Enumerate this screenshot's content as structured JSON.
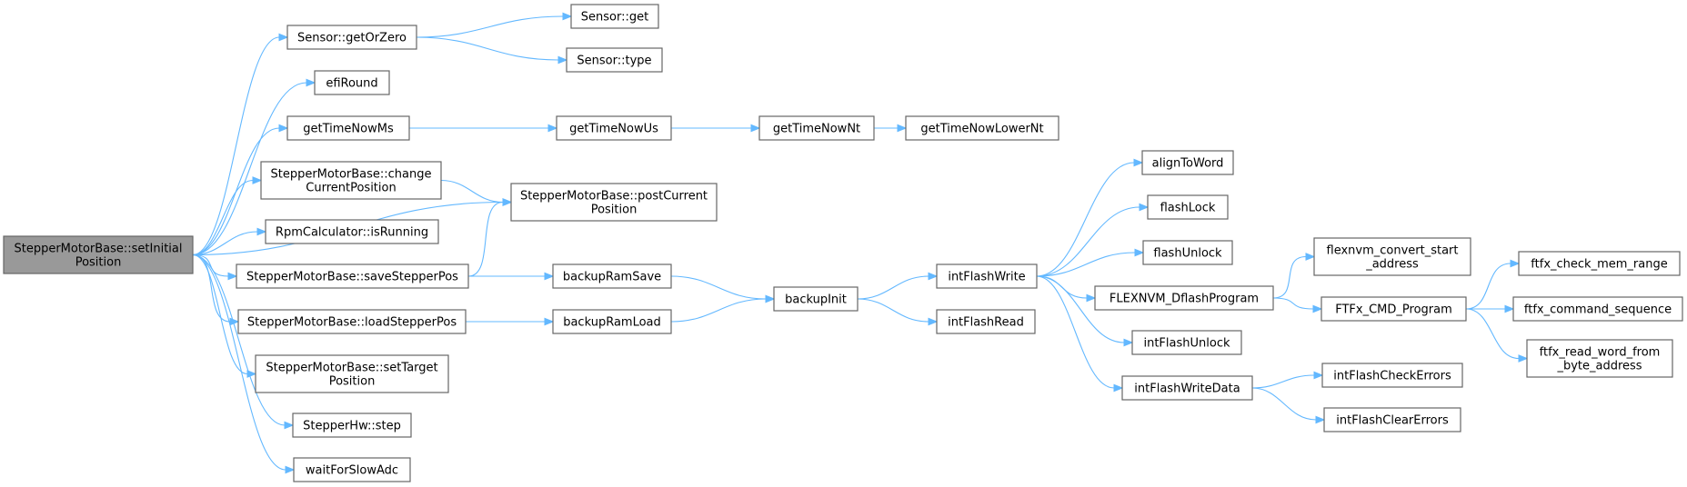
{
  "graph": {
    "root": "stepper_set_initial",
    "nodes": [
      {
        "id": "stepper_set_initial",
        "lines": [
          "StepperMotorBase::setInitial",
          "Position"
        ]
      },
      {
        "id": "sensor_get_or_zero",
        "lines": [
          "Sensor::getOrZero"
        ]
      },
      {
        "id": "sensor_get",
        "lines": [
          "Sensor::get"
        ]
      },
      {
        "id": "sensor_type",
        "lines": [
          "Sensor::type"
        ]
      },
      {
        "id": "efi_round",
        "lines": [
          "efiRound"
        ]
      },
      {
        "id": "get_time_now_ms",
        "lines": [
          "getTimeNowMs"
        ]
      },
      {
        "id": "get_time_now_us",
        "lines": [
          "getTimeNowUs"
        ]
      },
      {
        "id": "get_time_now_nt",
        "lines": [
          "getTimeNowNt"
        ]
      },
      {
        "id": "get_time_now_lower_nt",
        "lines": [
          "getTimeNowLowerNt"
        ]
      },
      {
        "id": "stepper_change_current",
        "lines": [
          "StepperMotorBase::change",
          "CurrentPosition"
        ]
      },
      {
        "id": "stepper_post_current",
        "lines": [
          "StepperMotorBase::postCurrent",
          "Position"
        ]
      },
      {
        "id": "rpm_is_running",
        "lines": [
          "RpmCalculator::isRunning"
        ]
      },
      {
        "id": "stepper_save_pos",
        "lines": [
          "StepperMotorBase::saveStepperPos"
        ]
      },
      {
        "id": "stepper_load_pos",
        "lines": [
          "StepperMotorBase::loadStepperPos"
        ]
      },
      {
        "id": "stepper_set_target",
        "lines": [
          "StepperMotorBase::setTarget",
          "Position"
        ]
      },
      {
        "id": "stepper_hw_step",
        "lines": [
          "StepperHw::step"
        ]
      },
      {
        "id": "wait_for_slow_adc",
        "lines": [
          "waitForSlowAdc"
        ]
      },
      {
        "id": "backup_ram_save",
        "lines": [
          "backupRamSave"
        ]
      },
      {
        "id": "backup_ram_load",
        "lines": [
          "backupRamLoad"
        ]
      },
      {
        "id": "backup_init",
        "lines": [
          "backupInit"
        ]
      },
      {
        "id": "int_flash_write",
        "lines": [
          "intFlashWrite"
        ]
      },
      {
        "id": "int_flash_read",
        "lines": [
          "intFlashRead"
        ]
      },
      {
        "id": "align_to_word",
        "lines": [
          "alignToWord"
        ]
      },
      {
        "id": "flash_lock",
        "lines": [
          "flashLock"
        ]
      },
      {
        "id": "flash_unlock",
        "lines": [
          "flashUnlock"
        ]
      },
      {
        "id": "flexnvm_dflash_program",
        "lines": [
          "FLEXNVM_DflashProgram"
        ]
      },
      {
        "id": "int_flash_unlock",
        "lines": [
          "intFlashUnlock"
        ]
      },
      {
        "id": "int_flash_write_data",
        "lines": [
          "intFlashWriteData"
        ]
      },
      {
        "id": "flexnvm_convert",
        "lines": [
          "flexnvm_convert_start",
          "_address"
        ]
      },
      {
        "id": "ftfx_cmd_program",
        "lines": [
          "FTFx_CMD_Program"
        ]
      },
      {
        "id": "ftfx_check_mem_range",
        "lines": [
          "ftfx_check_mem_range"
        ]
      },
      {
        "id": "ftfx_command_sequence",
        "lines": [
          "ftfx_command_sequence"
        ]
      },
      {
        "id": "ftfx_read_word",
        "lines": [
          "ftfx_read_word_from",
          "_byte_address"
        ]
      },
      {
        "id": "int_flash_check_errors",
        "lines": [
          "intFlashCheckErrors"
        ]
      },
      {
        "id": "int_flash_clear_errors",
        "lines": [
          "intFlashClearErrors"
        ]
      }
    ],
    "edges": [
      [
        "stepper_set_initial",
        "sensor_get_or_zero"
      ],
      [
        "stepper_set_initial",
        "efi_round"
      ],
      [
        "stepper_set_initial",
        "get_time_now_ms"
      ],
      [
        "stepper_set_initial",
        "stepper_change_current"
      ],
      [
        "stepper_set_initial",
        "stepper_post_current"
      ],
      [
        "stepper_set_initial",
        "rpm_is_running"
      ],
      [
        "stepper_set_initial",
        "stepper_save_pos"
      ],
      [
        "stepper_set_initial",
        "stepper_load_pos"
      ],
      [
        "stepper_set_initial",
        "stepper_set_target"
      ],
      [
        "stepper_set_initial",
        "stepper_hw_step"
      ],
      [
        "stepper_set_initial",
        "wait_for_slow_adc"
      ],
      [
        "sensor_get_or_zero",
        "sensor_get"
      ],
      [
        "sensor_get_or_zero",
        "sensor_type"
      ],
      [
        "get_time_now_ms",
        "get_time_now_us"
      ],
      [
        "get_time_now_us",
        "get_time_now_nt"
      ],
      [
        "get_time_now_nt",
        "get_time_now_lower_nt"
      ],
      [
        "stepper_change_current",
        "stepper_post_current"
      ],
      [
        "stepper_save_pos",
        "stepper_post_current"
      ],
      [
        "stepper_save_pos",
        "backup_ram_save"
      ],
      [
        "stepper_load_pos",
        "backup_ram_load"
      ],
      [
        "backup_ram_save",
        "backup_init"
      ],
      [
        "backup_ram_load",
        "backup_init"
      ],
      [
        "backup_init",
        "int_flash_write"
      ],
      [
        "backup_init",
        "int_flash_read"
      ],
      [
        "int_flash_write",
        "align_to_word"
      ],
      [
        "int_flash_write",
        "flash_lock"
      ],
      [
        "int_flash_write",
        "flash_unlock"
      ],
      [
        "int_flash_write",
        "flexnvm_dflash_program"
      ],
      [
        "int_flash_write",
        "int_flash_unlock"
      ],
      [
        "int_flash_write",
        "int_flash_write_data"
      ],
      [
        "flexnvm_dflash_program",
        "flexnvm_convert"
      ],
      [
        "flexnvm_dflash_program",
        "ftfx_cmd_program"
      ],
      [
        "ftfx_cmd_program",
        "ftfx_check_mem_range"
      ],
      [
        "ftfx_cmd_program",
        "ftfx_command_sequence"
      ],
      [
        "ftfx_cmd_program",
        "ftfx_read_word"
      ],
      [
        "int_flash_write_data",
        "int_flash_check_errors"
      ],
      [
        "int_flash_write_data",
        "int_flash_clear_errors"
      ]
    ]
  }
}
